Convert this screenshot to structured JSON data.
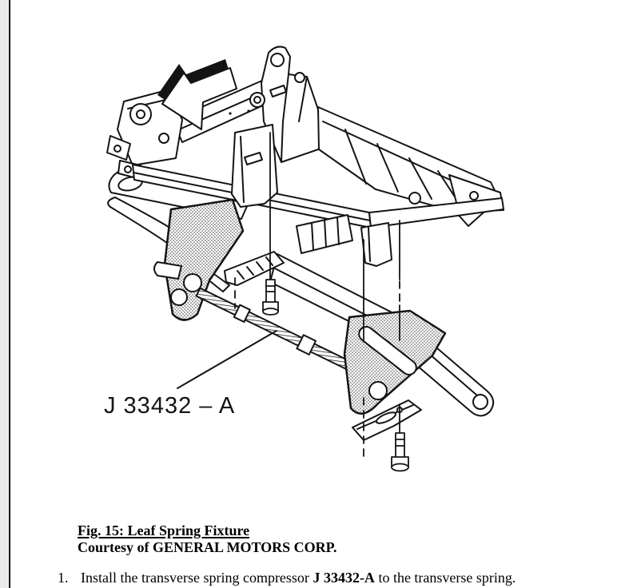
{
  "figure": {
    "tool_callout": "J 33432 – A",
    "caption_title": "Fig. 15: Leaf Spring Fixture",
    "caption_credit": "Courtesy of GENERAL MOTORS CORP."
  },
  "instructions": {
    "items": [
      {
        "number": "1.",
        "before": "Install the transverse spring compressor ",
        "tool": "J 33432-A",
        "after": " to the transverse spring."
      }
    ]
  },
  "colors": {
    "line": "#141414",
    "paper": "#ffffff",
    "edge_stripe": "#e9e9e9"
  }
}
